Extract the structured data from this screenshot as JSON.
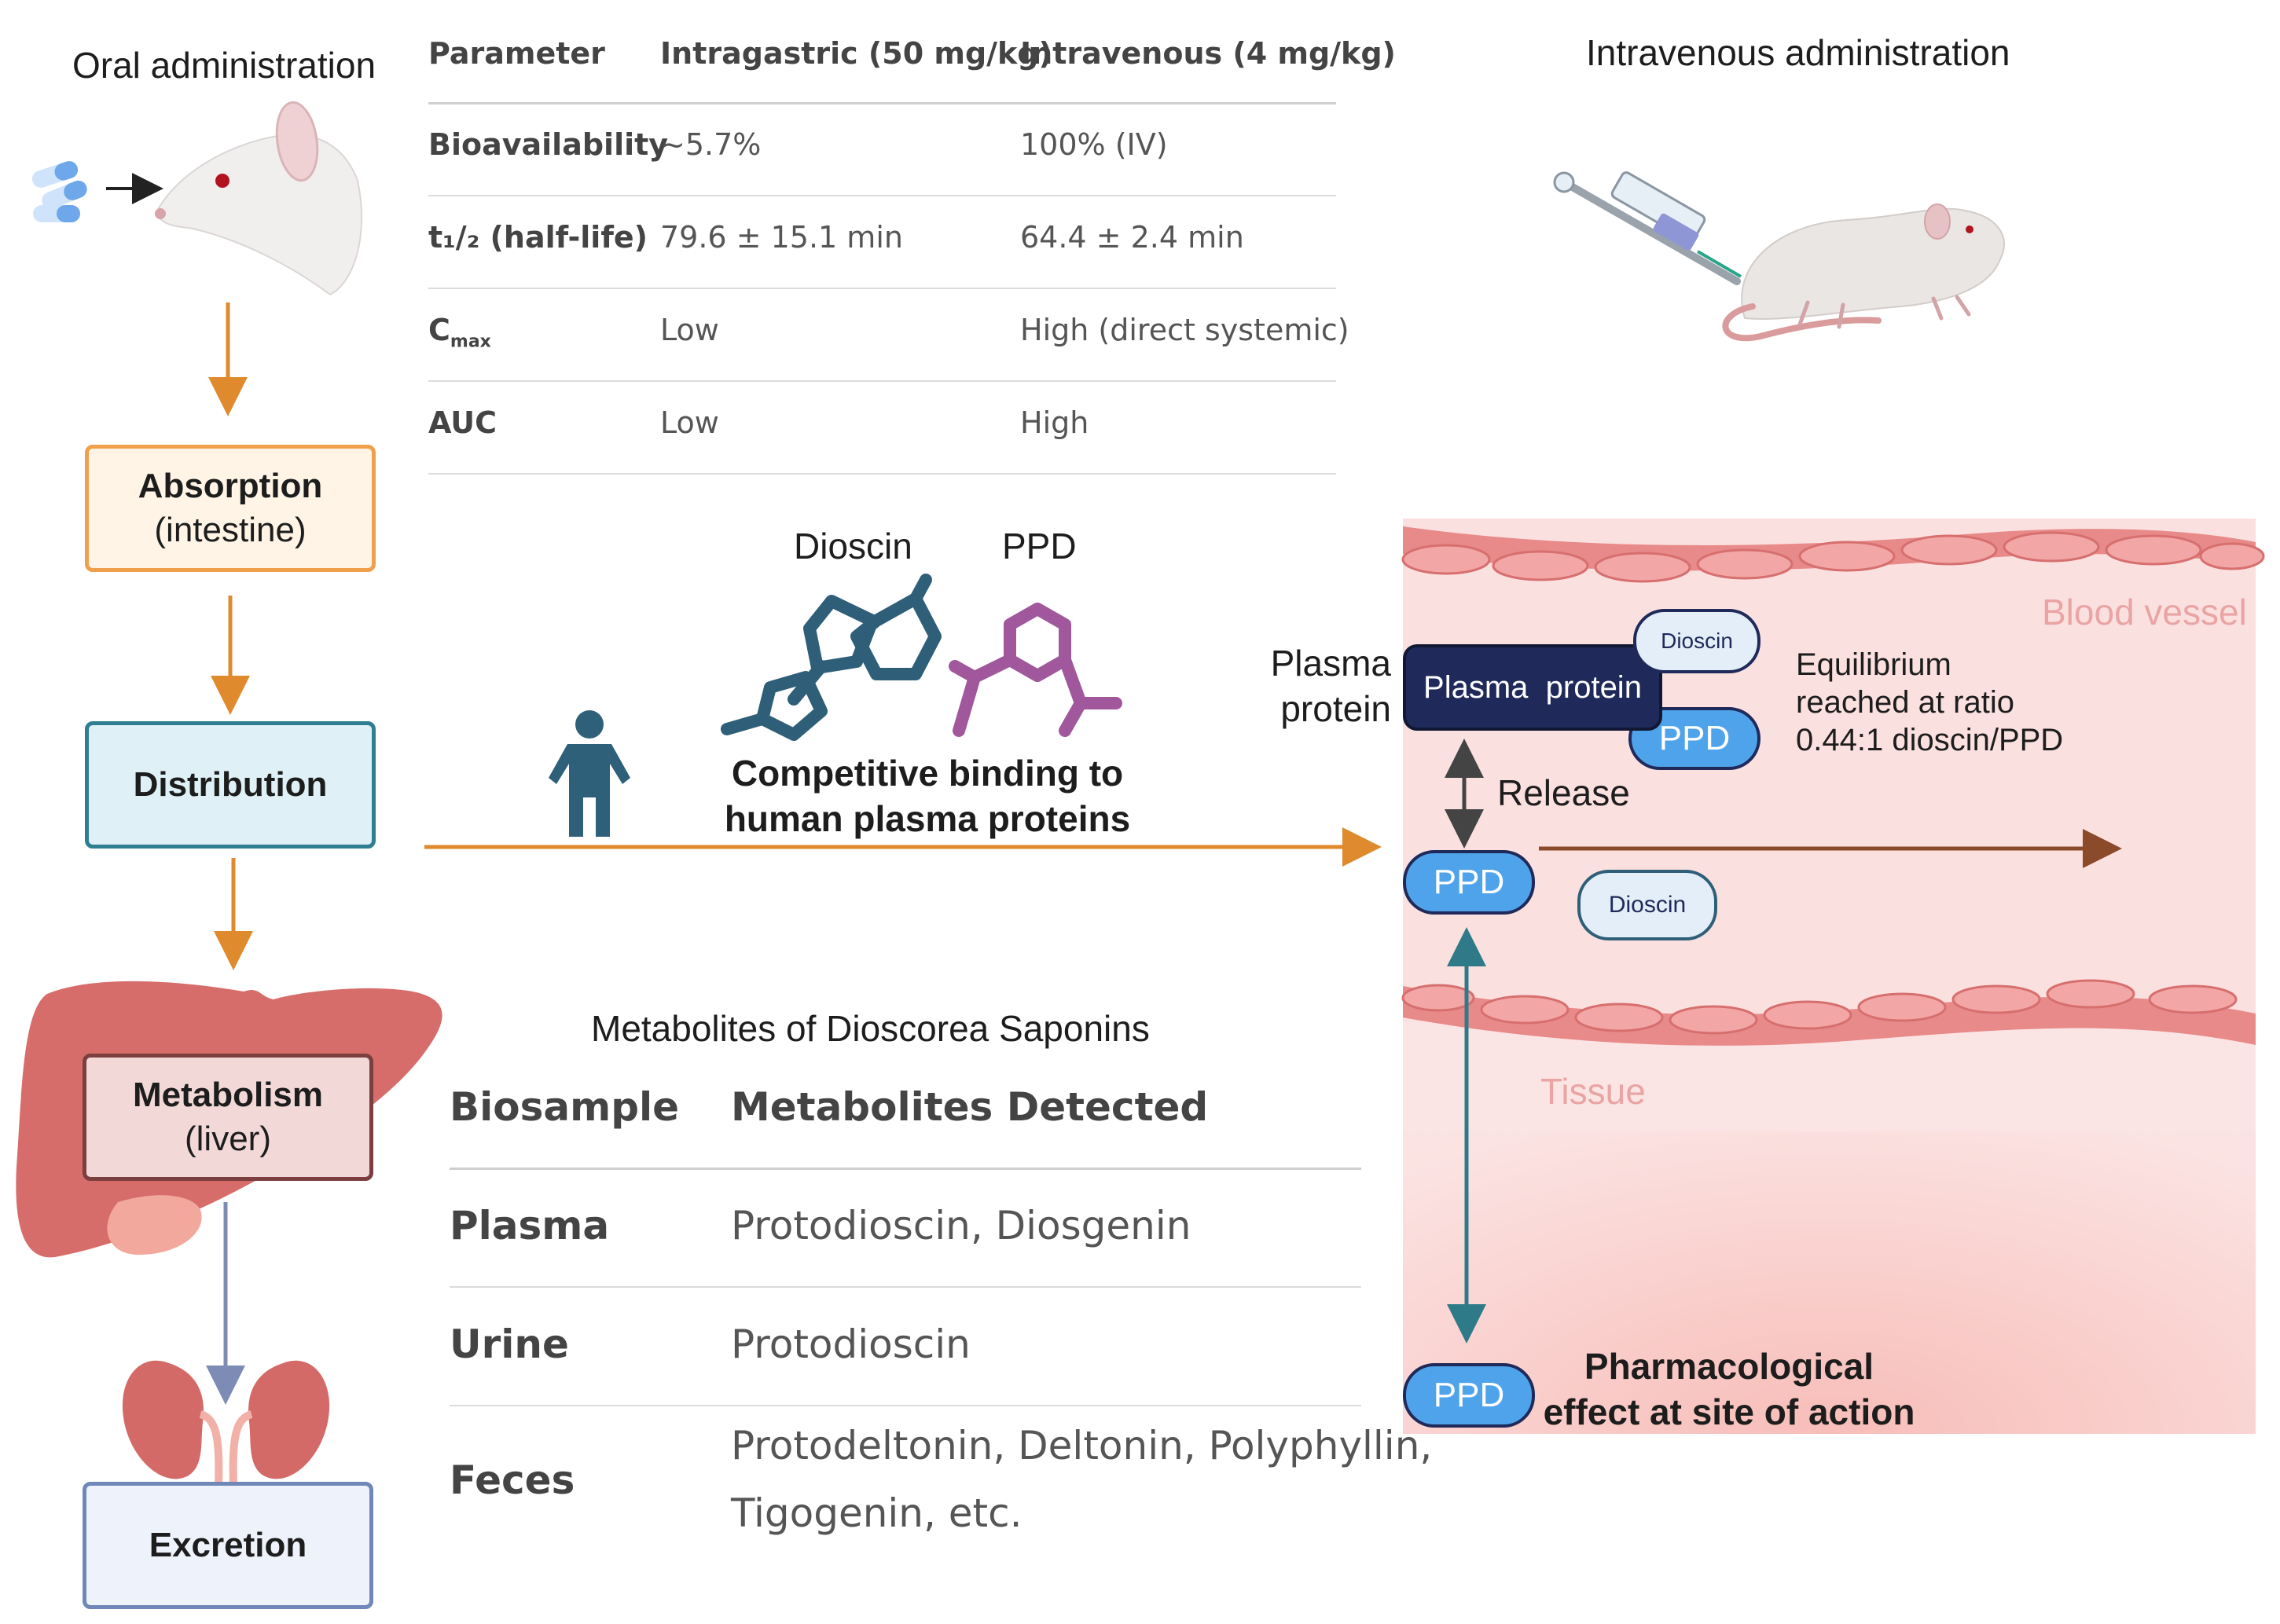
{
  "oral": {
    "title": "Oral administration"
  },
  "iv": {
    "title": "Intravenous administration"
  },
  "flow": {
    "absorption": {
      "title": "Absorption",
      "sub": "(intestine)"
    },
    "distribution": {
      "title": "Distribution"
    },
    "metabolism": {
      "title": "Metabolism",
      "sub": "(liver)"
    },
    "excretion": {
      "title": "Excretion"
    }
  },
  "pk_table": {
    "headers": [
      "Parameter",
      "Intragastric (50 mg/kg)",
      "Intravenous (4 mg/kg)"
    ],
    "rows": [
      {
        "param": "Bioavailability",
        "ig": "~5.7%",
        "iv": "100% (IV)"
      },
      {
        "param": "t₁/₂ (half-life)",
        "ig": "79.6 ± 15.1 min",
        "iv": "64.4 ± 2.4 min"
      },
      {
        "param_main": "C",
        "param_sub": "max",
        "ig": "Low",
        "iv": "High (direct systemic)"
      },
      {
        "param": "AUC",
        "ig": "Low",
        "iv": "High"
      }
    ]
  },
  "binding": {
    "dioscin": "Dioscin",
    "ppd": "PPD",
    "line1": "Competitive binding to",
    "line2": "human plasma proteins"
  },
  "vessel": {
    "blood_vessel": "Blood vessel",
    "plasma_label_1": "Plasma",
    "plasma_label_2": "protein",
    "plasma_protein": "Plasma  protein",
    "dioscin_bound": "Dioscin",
    "ppd_bound": "PPD",
    "eq_1": "Equilibrium",
    "eq_2": "reached at ratio",
    "eq_3": "0.44:1 dioscin/PPD",
    "release": "Release",
    "ppd_free": "PPD",
    "dioscin_free": "Dioscin",
    "tissue": "Tissue",
    "ppd_tissue": "PPD",
    "effect_1": "Pharmacological",
    "effect_2": "effect at site of action"
  },
  "metab_table": {
    "title": "Metabolites of Dioscorea Saponins",
    "headers": [
      "Biosample",
      "Metabolites Detected"
    ],
    "rows": [
      {
        "sample": "Plasma",
        "metabolites": "Protodioscin, Diosgenin"
      },
      {
        "sample": "Urine",
        "metabolites": "Protodioscin"
      },
      {
        "sample": "Feces",
        "metabolites_1": "Protodeltonin, Deltonin, Polyphyllin,",
        "metabolites_2": "Tigogenin, etc."
      }
    ]
  },
  "colors": {
    "arrow_orange": "#e08a2e",
    "absorption_border": "#f0a04b",
    "absorption_fill": "#fff4e6",
    "distribution_border": "#2f7f93",
    "distribution_fill": "#dff1f6",
    "metabolism_border": "#7b3f3f",
    "metabolism_fill": "#f3d8d8",
    "excretion_border": "#6f88b8",
    "excretion_fill": "#eef3fb",
    "vessel_bg": "#fbe0e0",
    "plasma_protein": "#1f2a5a",
    "ppd_blue": "#4fa3ea",
    "dioscin_pale": "#e3eef8",
    "dioscin_molecule": "#2f5f78",
    "ppd_molecule": "#a0579c",
    "teal_arrow": "#2f7a88",
    "brown_arrow": "#8b4a2a"
  }
}
